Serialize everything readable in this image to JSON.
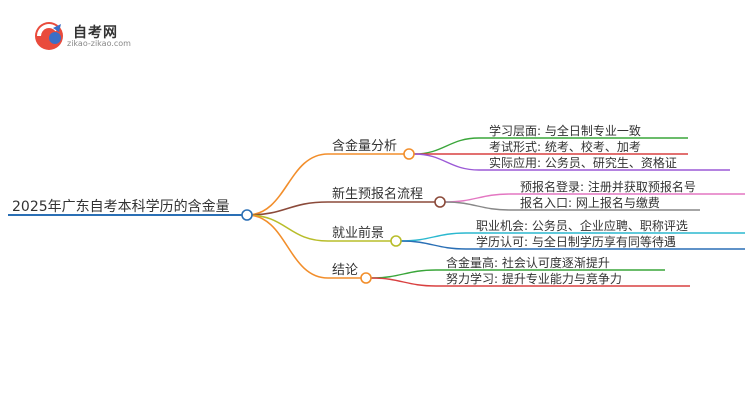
{
  "logo": {
    "brand": "自考网",
    "domain": "zikao-zikao.com"
  },
  "mindmap": {
    "root": "2025年广东自考本科学历的含金量",
    "branches": [
      {
        "label": "含金量分析",
        "color": "#f28e2b",
        "children": [
          {
            "label": "学习层面: 与全日制专业一致",
            "color": "#3aa63a"
          },
          {
            "label": "考试形式: 统考、校考、加考",
            "color": "#d94040"
          },
          {
            "label": "实际应用: 公务员、研究生、资格证",
            "color": "#9b59d6"
          }
        ]
      },
      {
        "label": "新生预报名流程",
        "color": "#8b4a3a",
        "children": [
          {
            "label": "预报名登录: 注册并获取预报名号",
            "color": "#e377c2"
          },
          {
            "label": "报名入口: 网上报名与缴费",
            "color": "#888888"
          }
        ]
      },
      {
        "label": "就业前景",
        "color": "#b8bd2a",
        "children": [
          {
            "label": "职业机会: 公务员、企业应聘、职称评选",
            "color": "#2bb8cf"
          },
          {
            "label": "学历认可: 与全日制学历享有同等待遇",
            "color": "#2a6fb5"
          }
        ]
      },
      {
        "label": "结论",
        "color": "#f28e2b",
        "children": [
          {
            "label": "含金量高: 社会认可度逐渐提升",
            "color": "#3aa63a"
          },
          {
            "label": "努力学习: 提升专业能力与竞争力",
            "color": "#d94040"
          }
        ]
      }
    ],
    "root_line_color": "#2a6fb5"
  }
}
